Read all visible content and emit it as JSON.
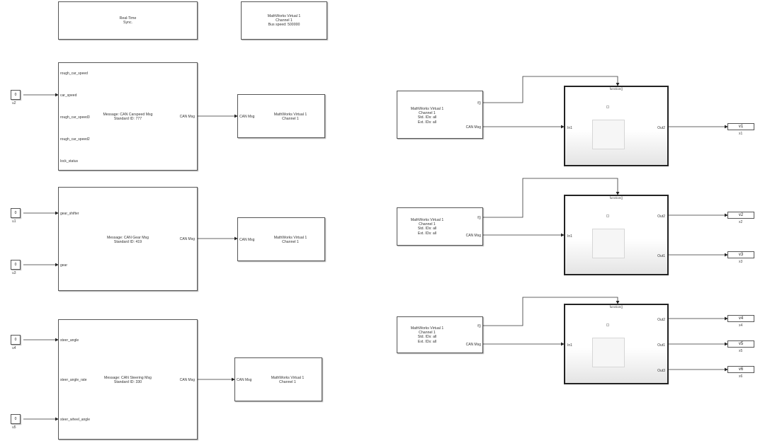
{
  "top_blocks": {
    "realtime": [
      "Real-Time",
      "Sync."
    ],
    "busconfig": [
      "MathWorks Virtual 1",
      "Channel 1",
      "Bus speed: 500000"
    ]
  },
  "pack1": {
    "inputs": [
      "rough_car_speed",
      "car_speed",
      "rough_car_speed3",
      "rough_car_speed2",
      "lock_status"
    ],
    "center": [
      "Message: CAN Carspeed Msg",
      "Standard ID: 777"
    ],
    "output": "CAN Msg"
  },
  "pack2": {
    "inputs": [
      "gear_shifter",
      "gear"
    ],
    "center": [
      "Message: CAN Gear Msg",
      "Standard ID: 419"
    ],
    "output": "CAN Msg"
  },
  "pack3": {
    "inputs": [
      "steer_angle",
      "steer_angle_rate",
      "steer_wheel_angle"
    ],
    "center": [
      "Message: CAN Steering Msg",
      "Standard ID: 330"
    ],
    "output": "CAN Msg"
  },
  "constants": [
    {
      "value": "0",
      "label": "u2"
    },
    {
      "value": "0",
      "label": "u1"
    },
    {
      "value": "0",
      "label": "u3"
    },
    {
      "value": "0",
      "label": "u4"
    },
    {
      "value": "0",
      "label": "u5"
    }
  ],
  "transmit": {
    "input": "CAN Msg",
    "lines": [
      "MathWorks Virtual 1",
      "Channel 1"
    ]
  },
  "receive": {
    "lines": [
      "MathWorks Virtual 1",
      "Channel 1",
      "Std. IDs: all",
      "Ext. IDs: all"
    ],
    "port_f": "f()",
    "port_msg": "CAN Msg"
  },
  "fcall": {
    "title": "function()",
    "in_port": "In1",
    "ss1_outs": [
      "Out2"
    ],
    "ss2_outs": [
      "Out2",
      "Out1"
    ],
    "ss3_outs": [
      "Out2",
      "Out1",
      "Out3"
    ]
  },
  "outports": [
    {
      "value": "v1",
      "label": "x1"
    },
    {
      "value": "v2",
      "label": "x2"
    },
    {
      "value": "v3",
      "label": "x3"
    },
    {
      "value": "v4",
      "label": "x4"
    },
    {
      "value": "v5",
      "label": "x5"
    },
    {
      "value": "v6",
      "label": "x6"
    }
  ]
}
